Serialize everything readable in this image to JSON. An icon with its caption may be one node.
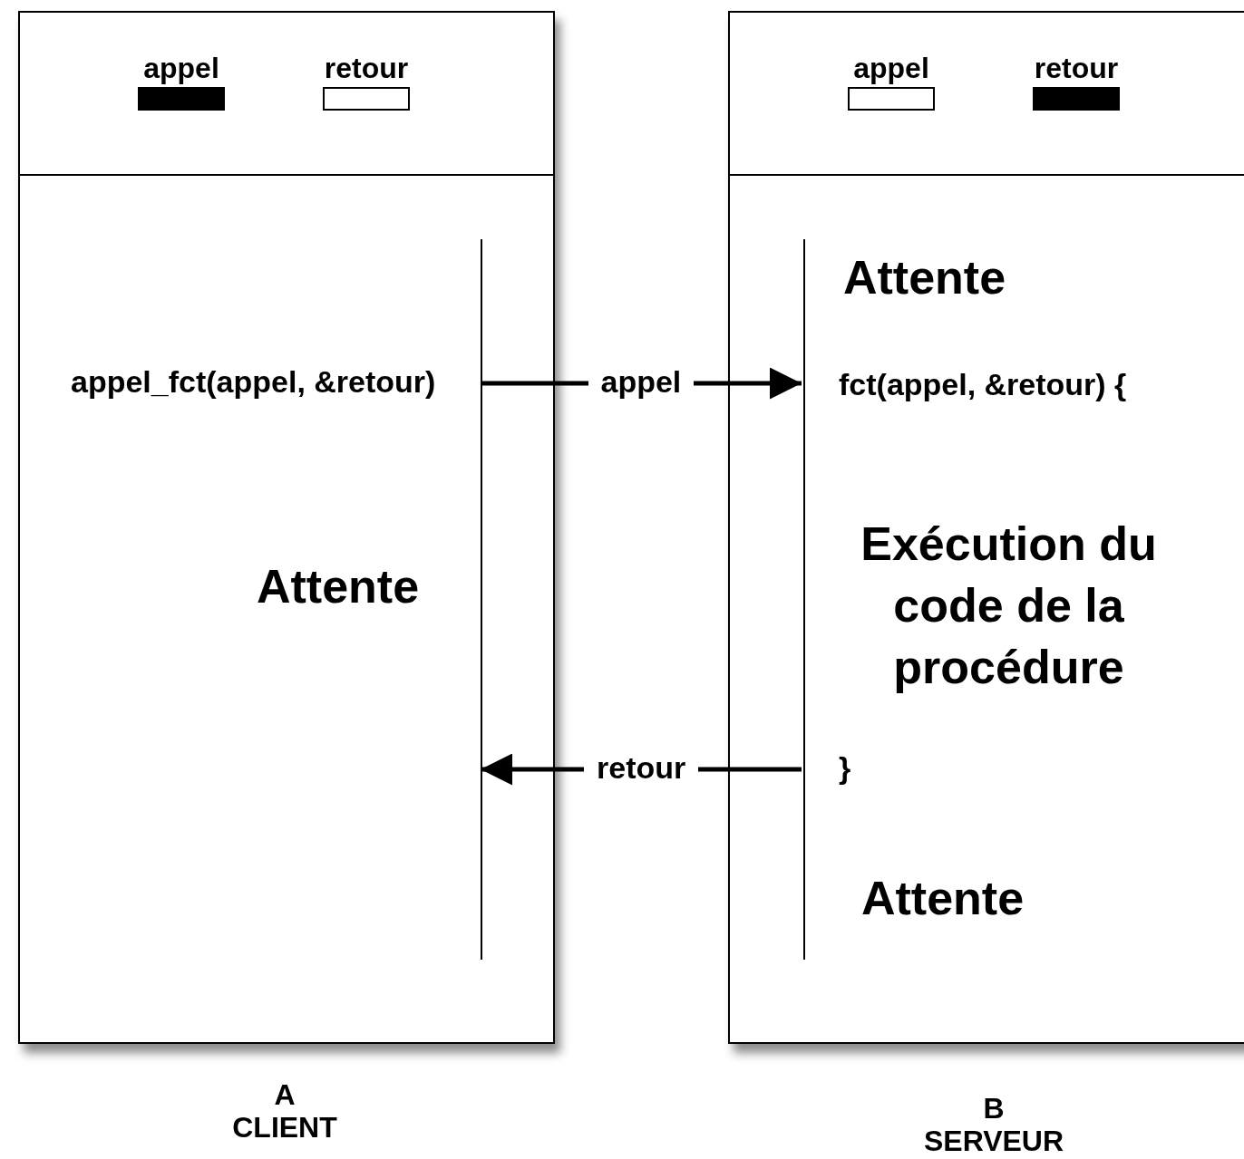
{
  "diagram": {
    "nodes": [
      {
        "text": [
          "A",
          "CLIENT"
        ]
      },
      {
        "text": [
          "appel"
        ],
        "in": 0
      },
      {
        "text": [
          "retour"
        ],
        "in": 0
      },
      {
        "text": [],
        "shape": "bar",
        "in": 0
      },
      {
        "text": [
          "B",
          "SERVEUR"
        ]
      },
      {
        "text": [
          "appel"
        ],
        "in": 4
      },
      {
        "text": [
          "retour"
        ],
        "in": 4
      },
      {
        "text": [],
        "shape": "bar",
        "in": 4
      }
    ],
    "edges": [
      {
        "from": 3,
        "to": 7,
        "arrow": "to",
        "label": "appel"
      },
      {
        "from": 7,
        "to": 3,
        "arrow": "to",
        "label": "retour"
      }
    ],
    "labels": [
      "Attente",
      "appel_fct(appel, &retour)",
      "fct(appel, &retour) {",
      "Attente",
      "Exécution du code de la procédure",
      "}",
      "Attente"
    ]
  }
}
